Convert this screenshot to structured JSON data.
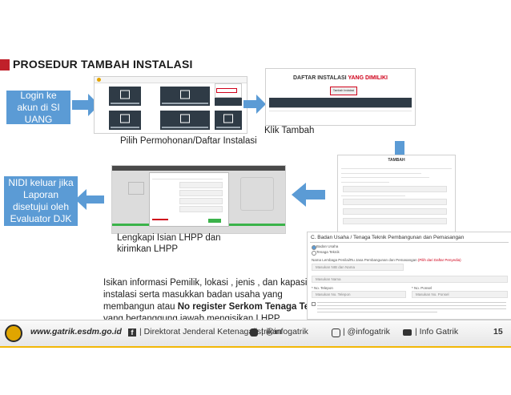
{
  "title": "PROSEDUR TAMBAH INSTALASI",
  "boxes": {
    "login": "Login ke akun di SI UANG",
    "nidi": "NIDI keluar jika Laporan disetujui oleh Evaluator DJK"
  },
  "captions": {
    "pilih": "Pilih Permohonan/Daftar Instalasi",
    "klik": "Klik Tambah",
    "lengkapi": "Lengkapi Isian LHPP dan kirimkan LHPP",
    "isikan_line1": "Isikan informasi Pemilik, lokasi , jenis , dan kapasitas",
    "isikan_line2": "instalasi serta masukkan badan usaha yang",
    "isikan_line3_pre": "membangun atau ",
    "isikan_line3_bold": "No register Serkom Tenaga Teknik",
    "isikan_line4": "yang bertanggung jawab mengisikan LHPP"
  },
  "daftar": {
    "heading_dark": "DAFTAR INSTALASI ",
    "heading_accent": "YANG DIMILIKI",
    "button": "Tambah Instalasi"
  },
  "tambah_heading": "TAMBAH",
  "badan_usaha": {
    "heading": "C. Badan Usaha / Tenaga Teknik Pembangunan dan Pemasangan",
    "opt1": "Badan Usaha",
    "opt2": "Tenaga Teknik",
    "label_nama": "Nama Lembaga Penilai/Ru Jasa Pembangunan dan Pemasangan",
    "link": "(Pilih dari Daftar Penyedia)",
    "ph_nama": "Masukan NIB dan Nama",
    "ph_nama2": "Masukan Nama",
    "label_telp": "* No. Telepon",
    "label_ponsel": "* No. Ponsel",
    "ph_telp": "Masukan No. Telepon",
    "ph_ponsel": "Masukan No. Ponsel"
  },
  "footer": {
    "website": "www.gatrik.esdm.go.id",
    "facebook": "Direktorat Jenderal Ketenagalistrikan",
    "twitter": "@infogatrik",
    "instagram": "@infogatrik",
    "youtube": "Info Gatrik",
    "page": "15"
  },
  "colors": {
    "box_blue": "#5b9bd5",
    "title_red": "#c0202a",
    "footer_yellow": "#f2b705",
    "accent_red": "#d0021b"
  }
}
